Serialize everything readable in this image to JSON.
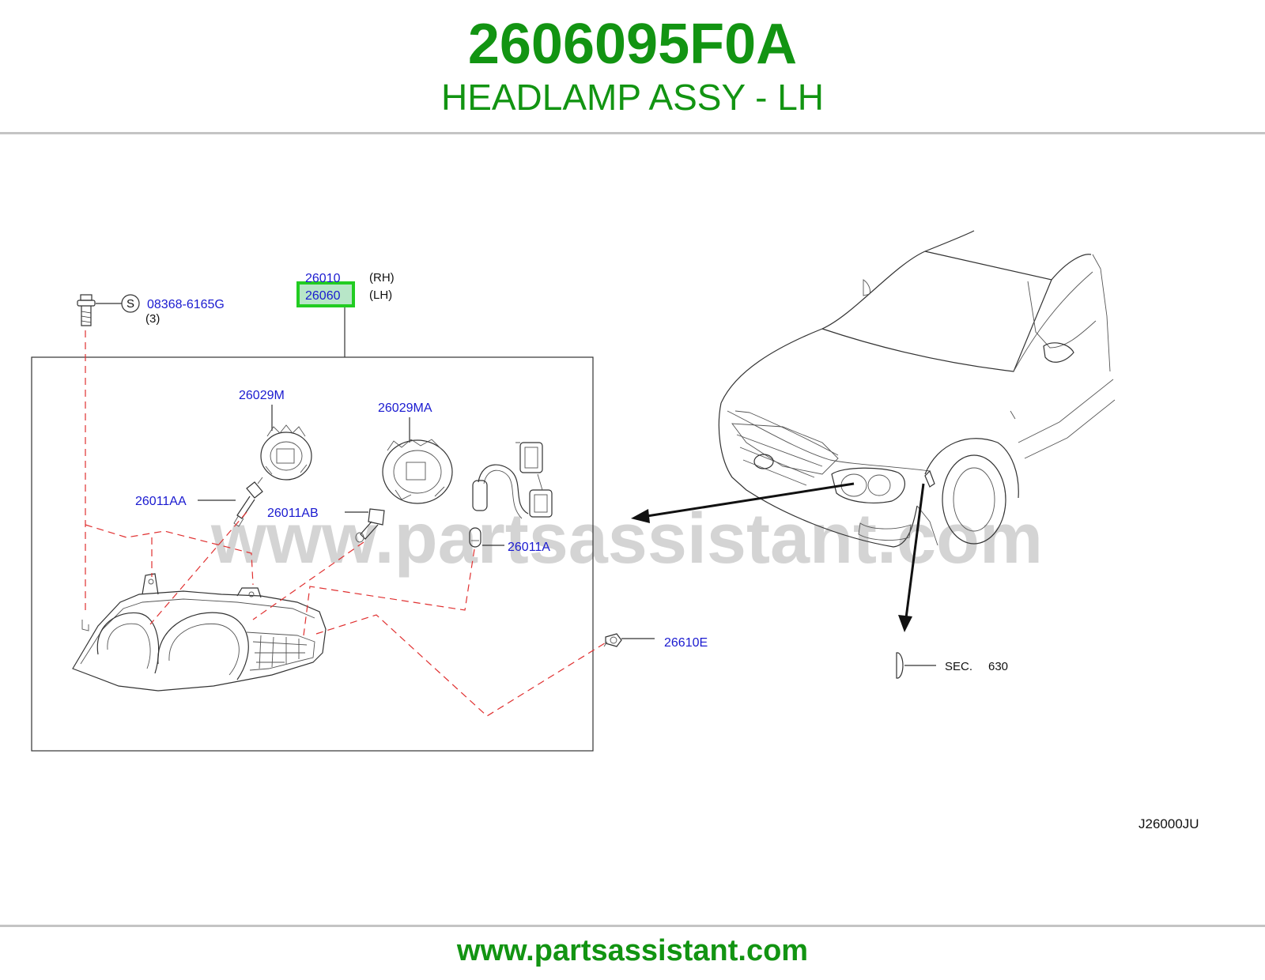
{
  "header": {
    "part_number": "2606095F0A",
    "description": "HEADLAMP ASSY - LH"
  },
  "footer": {
    "url": "www.partsassistant.com"
  },
  "watermark": "www.partsassistant.com",
  "diagram": {
    "code": "J26000JU",
    "callouts": {
      "rh_part": "26010",
      "rh_note": "(RH)",
      "lh_part": "26060",
      "lh_note": "(LH)",
      "bolt": "08368-6165G",
      "bolt_symbol": "S",
      "bolt_qty": "(3)",
      "socket_m": "26029M",
      "socket_ma": "26029MA",
      "bulb_aa": "26011AA",
      "bulb_ab": "26011AB",
      "bulb_a": "26011A",
      "clip": "26610E",
      "sec_label": "SEC.",
      "sec_number": "630"
    }
  },
  "colors": {
    "title_green": "#129412",
    "link_blue": "#1a1ad0",
    "highlight_green": "#22cc22",
    "highlight_fill": "#b8e6c8",
    "watermark_gray": "#d4d4d4",
    "dash_red": "#e03030"
  }
}
